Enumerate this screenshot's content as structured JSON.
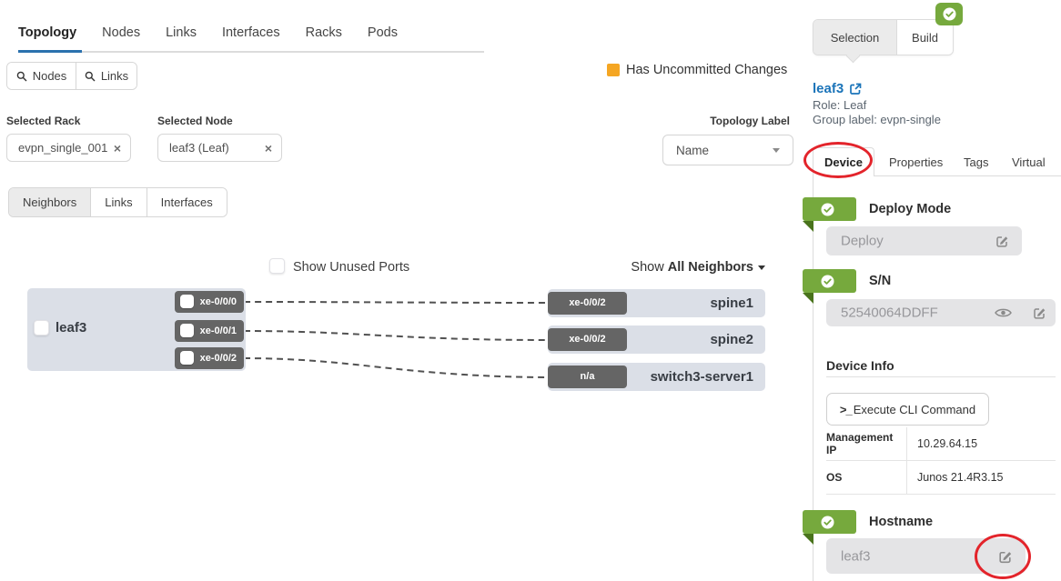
{
  "header": {
    "tabs": [
      {
        "label": "Topology",
        "active": true
      },
      {
        "label": "Nodes",
        "active": false
      },
      {
        "label": "Links",
        "active": false
      },
      {
        "label": "Interfaces",
        "active": false
      },
      {
        "label": "Racks",
        "active": false
      },
      {
        "label": "Pods",
        "active": false
      }
    ]
  },
  "search": {
    "nodes_label": "Nodes",
    "links_label": "Links"
  },
  "filters": {
    "rack": {
      "label": "Selected Rack",
      "value": "evpn_single_001"
    },
    "node": {
      "label": "Selected Node",
      "value": "leaf3 (Leaf)"
    }
  },
  "legend": {
    "text": "Has Uncommitted Changes"
  },
  "topology_label": {
    "label": "Topology Label",
    "value": "Name"
  },
  "view_tabs": [
    {
      "label": "Neighbors",
      "active": true
    },
    {
      "label": "Links",
      "active": false
    },
    {
      "label": "Interfaces",
      "active": false
    }
  ],
  "diagram": {
    "show_unused_label": "Show Unused Ports",
    "show_neighbors_prefix": "Show ",
    "show_neighbors_value": "All Neighbors",
    "node": {
      "name": "leaf3",
      "ports": [
        "xe-0/0/0",
        "xe-0/0/1",
        "xe-0/0/2"
      ]
    },
    "neighbors": [
      {
        "port": "xe-0/0/2",
        "name": "spine1"
      },
      {
        "port": "xe-0/0/2",
        "name": "spine2"
      },
      {
        "port": "n/a",
        "name": "switch3-server1"
      }
    ]
  },
  "panel": {
    "tabs": [
      {
        "label": "Selection",
        "active": true
      },
      {
        "label": "Build",
        "active": false
      }
    ],
    "node_link": "leaf3",
    "role": "Role: Leaf",
    "group_label": "Group label: evpn-single",
    "device_tabs": [
      {
        "label": "Device",
        "active": true
      },
      {
        "label": "Properties",
        "active": false
      },
      {
        "label": "Tags",
        "active": false
      },
      {
        "label": "Virtual",
        "active": false
      }
    ],
    "deploy": {
      "title": "Deploy Mode",
      "value": "Deploy"
    },
    "sn": {
      "title": "S/N",
      "value": "52540064DDFF"
    },
    "device_info": {
      "title": "Device Info",
      "cli_button": "Execute CLI Command",
      "rows": [
        {
          "label": "Management IP",
          "value": "10.29.64.15"
        },
        {
          "label": "OS",
          "value": "Junos 21.4R3.15"
        }
      ]
    },
    "hostname": {
      "title": "Hostname",
      "value": "leaf3"
    }
  },
  "colors": {
    "accent_blue": "#1b74b9",
    "status_green": "#76a93d",
    "uncommitted_orange": "#f5a623",
    "badge_gray": "#656565",
    "node_fill": "#dbdfe7",
    "annotation_red": "#e3242b"
  }
}
